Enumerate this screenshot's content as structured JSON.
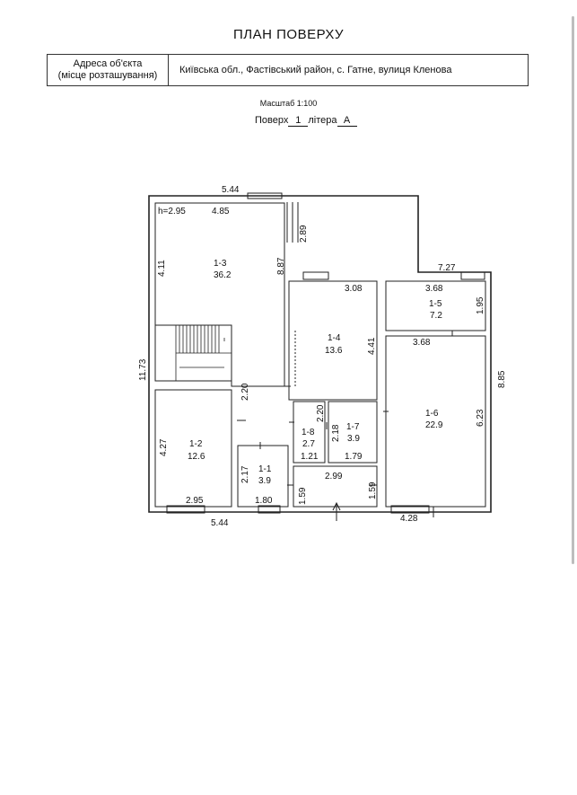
{
  "document": {
    "title": "ПЛАН ПОВЕРХУ",
    "address_label_line1": "Адреса об'єкта",
    "address_label_line2": "(місце розташування)",
    "address_value": "Київська обл., Фастівський район, с. Гатне, вулиця Кленова",
    "scale": "Масштаб 1:100",
    "floor_prefix": "Поверх",
    "floor_value": "1",
    "litera_prefix": "літера",
    "litera_value": "А"
  },
  "plan": {
    "height_note": "h=2.95",
    "rooms": [
      {
        "id": "1-1",
        "area": "3.9"
      },
      {
        "id": "1-2",
        "area": "12.6"
      },
      {
        "id": "1-3",
        "area": "36.2"
      },
      {
        "id": "1-4",
        "area": "13.6"
      },
      {
        "id": "1-5",
        "area": "7.2"
      },
      {
        "id": "1-6",
        "area": "22.9"
      },
      {
        "id": "1-7",
        "area": "3.9"
      },
      {
        "id": "1-8",
        "area": "2.7"
      }
    ],
    "dims": {
      "top_overall": "5.44",
      "room13_top": "4.85",
      "room13_left": "4.11",
      "room13_right": "8.87",
      "ext_top_vertical": "2.89",
      "right_overall_top": "7.27",
      "room14_top": "3.08",
      "room14_right": "4.41",
      "room15_top": "3.68",
      "room15_right": "1.95",
      "room16_top": "3.68",
      "room16_right": "6.23",
      "right_overall": "8.85",
      "left_overall": "11.73",
      "stair_hall": "2.20",
      "room12_left": "4.27",
      "room12_bottom": "2.95",
      "room11_left": "2.17",
      "room11_bottom": "1.80",
      "room18_right": "2.20",
      "room18_bottom": "1.21",
      "room17_left": "2.18",
      "room17_bottom": "1.79",
      "hall_top": "2.99",
      "hall_left": "1.59",
      "hall_right": "1.59",
      "bottom_left": "5.44",
      "bottom_right": "4.28"
    }
  }
}
